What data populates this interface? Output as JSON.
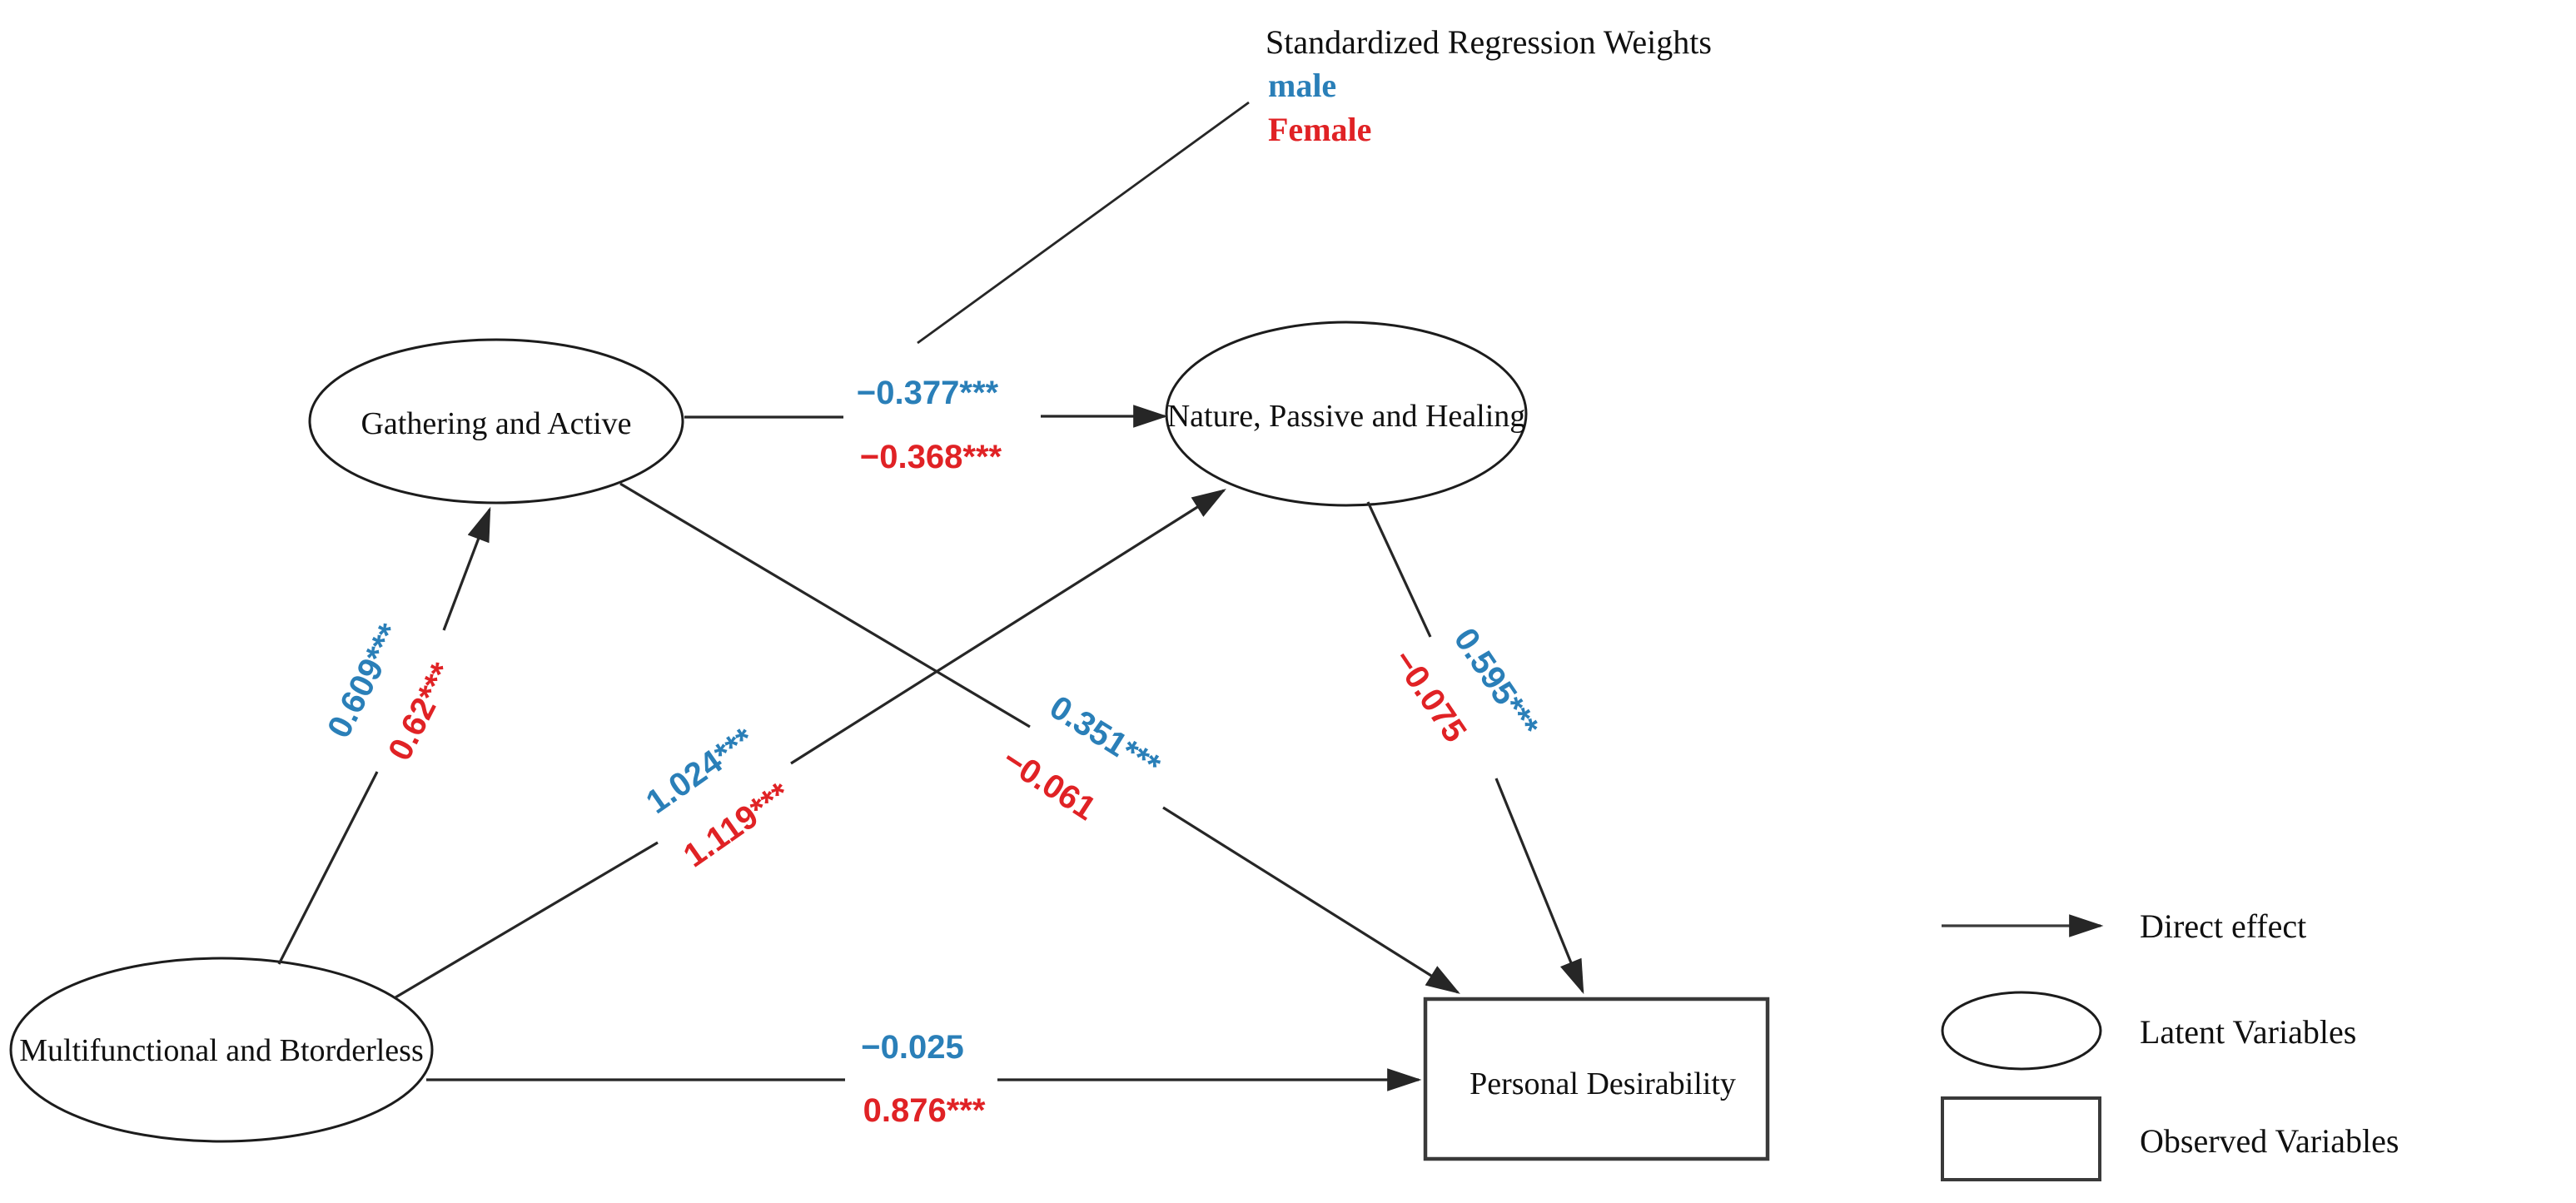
{
  "legend_top": {
    "title": "Standardized Regression Weights",
    "male_label": "male",
    "female_label": "Female"
  },
  "colors": {
    "male": "#2a7fb8",
    "female": "#e02225",
    "line": "#262626"
  },
  "nodes": [
    {
      "id": "gathering",
      "label": "Gathering and Active",
      "type": "latent"
    },
    {
      "id": "nature",
      "label": "Nature, Passive and Healing",
      "type": "latent"
    },
    {
      "id": "multifunctional",
      "label": "Multifunctional and Btorderless",
      "type": "latent"
    },
    {
      "id": "personal",
      "label": "Personal Desirability",
      "type": "observed"
    }
  ],
  "paths": [
    {
      "from": "Gathering and Active",
      "to": "Nature, Passive and Healing",
      "male": "−0.377***",
      "female": "−0.368***"
    },
    {
      "from": "Multifunctional and Btorderless",
      "to": "Gathering and Active",
      "male": "0.609***",
      "female": "0.62***"
    },
    {
      "from": "Multifunctional and Btorderless",
      "to": "Nature, Passive and Healing",
      "male": "1.024***",
      "female": "1.119***"
    },
    {
      "from": "Gathering and Active",
      "to": "Personal Desirability",
      "male": "0.351***",
      "female": "−0.061"
    },
    {
      "from": "Nature, Passive and Healing",
      "to": "Personal Desirability",
      "male": "0.595***",
      "female": "−0.075"
    },
    {
      "from": "Multifunctional and Btorderless",
      "to": "Personal Desirability",
      "male": "−0.025",
      "female": "0.876***"
    }
  ],
  "legend_right": {
    "direct_effect": "Direct effect",
    "latent": "Latent Variables",
    "observed": "Observed Variables"
  }
}
